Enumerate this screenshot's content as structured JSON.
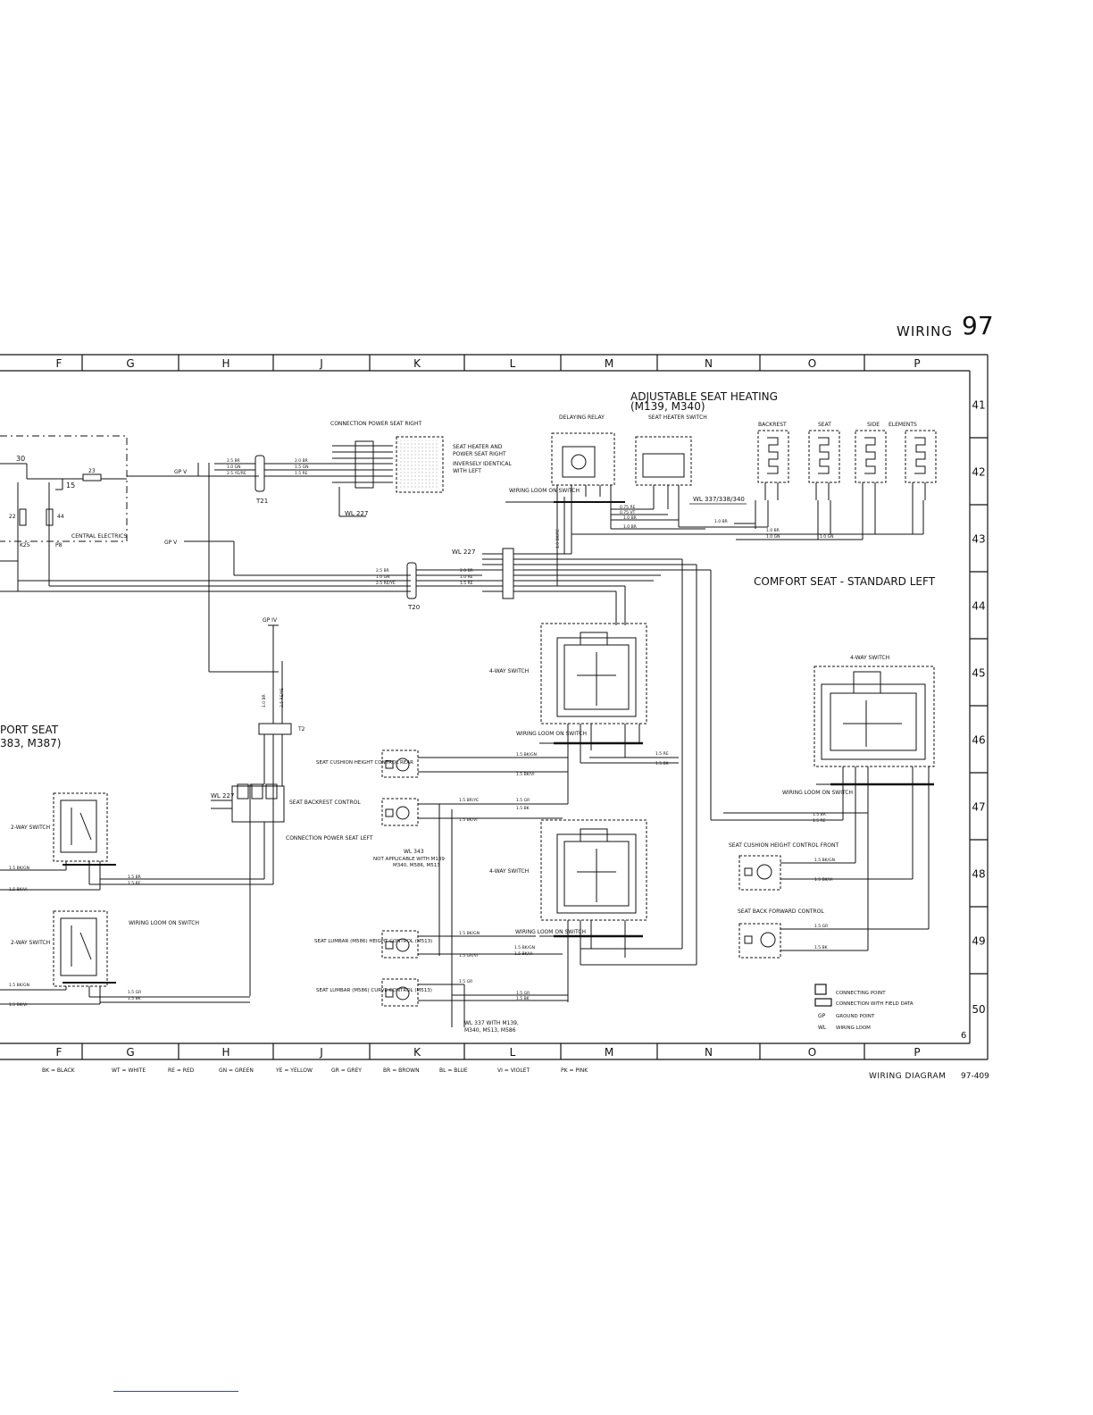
{
  "header": {
    "section_word": "WIRING",
    "section_number": "97"
  },
  "grid": {
    "columns": [
      "F",
      "G",
      "H",
      "J",
      "K",
      "L",
      "M",
      "N",
      "O",
      "P"
    ],
    "rows": [
      "41",
      "42",
      "43",
      "44",
      "45",
      "46",
      "47",
      "48",
      "49",
      "50"
    ]
  },
  "titles": {
    "heating_title_1": "ADJUSTABLE SEAT HEATING",
    "heating_title_2": "(M139, M340)",
    "comfort_title": "COMFORT SEAT - STANDARD LEFT",
    "sport_title_1": "PORT SEAT",
    "sport_title_2": "383, M387)"
  },
  "labels": {
    "connection_power_seat_right": "CONNECTION POWER SEAT RIGHT",
    "heater_note_1": "SEAT HEATER AND",
    "heater_note_2": "POWER SEAT RIGHT",
    "heater_note_3": "INVERSELY IDENTICAL",
    "heater_note_4": "WITH LEFT",
    "wl227_a": "WL 227",
    "wl227_b": "WL 227",
    "wl227_c": "WL 227",
    "t21": "T21",
    "t20": "T20",
    "t2": "T2",
    "gp_v_a": "GP V",
    "gp_v_b": "GP V",
    "gp_iv": "GP IV",
    "central_electrics": "CENTRAL ELECTRICS",
    "ce_30": "30",
    "ce_15": "15",
    "ce_22": "22",
    "ce_44": "44",
    "ce_23": "23",
    "ce_k25": "K25",
    "ce_p8": "P8",
    "delaying_relay": "DELAYING RELAY",
    "seat_heater_switch": "SEAT HEATER SWITCH",
    "backrest": "BACKREST",
    "seat": "SEAT",
    "side": "SIDE",
    "elements": "ELEMENTS",
    "wiring_loom_on_switch_top": "WIRING LOOM ON SWITCH",
    "wl_337_338_340": "WL 337/338/340",
    "four_way_switch_1": "4-WAY SWITCH",
    "four_way_switch_2": "4-WAY SWITCH",
    "four_way_switch_right": "4-WAY SWITCH",
    "wiring_loom_on_switch_mid": "WIRING LOOM ON SWITCH",
    "wiring_loom_on_switch_low": "WIRING LOOM ON SWITCH",
    "wiring_loom_on_switch_right": "WIRING LOOM ON SWITCH",
    "wiring_loom_on_switch_left": "WIRING LOOM ON SWITCH",
    "seat_cushion_rear": "SEAT CUSHION HEIGHT CONTROL REAR",
    "seat_backrest_control": "SEAT BACKREST CONTROL",
    "connection_power_seat_left": "CONNECTION POWER SEAT LEFT",
    "wl343_note_1": "WL 343",
    "wl343_note_2": "NOT APPLICABLE WITH M139",
    "wl343_note_3": "M340, M586, M513",
    "seat_lumbar_height": "SEAT LUMBAR (M586) HEIGHT CONTROL (M513)",
    "seat_lumbar_curve": "SEAT LUMBAR (M586) CURVE CONTROL (M513)",
    "wl337_note_1": "WL 337 WITH M139,",
    "wl337_note_2": "M340, M513, M586",
    "seat_cushion_front": "SEAT CUSHION HEIGHT CONTROL FRONT",
    "seat_back_forward": "SEAT BACK FORWARD CONTROL",
    "two_way_switch_1": "2-WAY SWITCH",
    "two_way_switch_2": "2-WAY SWITCH"
  },
  "legend": [
    {
      "symbol": "□",
      "text": "CONNECTING POINT"
    },
    {
      "symbol": "▭",
      "text": "CONNECTION WITH FIELD DATA"
    },
    {
      "symbol": "GP",
      "text": "GROUND POINT"
    },
    {
      "symbol": "WL",
      "text": "WIRING LOOM"
    }
  ],
  "wires": {
    "t21_1": "2.5 BR",
    "t21_2": "1.0 GN",
    "t21_3": "2.5 YE/RE",
    "right_1": "2.0 BR",
    "right_2": "1.5 GN",
    "right_3": "1.5 RE",
    "t20_1": "2.5 BR",
    "t20_2": "1.0 GN",
    "t20_3": "2.5 RE/YE",
    "mid_1": "2.0 BR",
    "mid_2": "1.0 RE",
    "mid_3": "1.5 RE",
    "heat_1": "0.75 RE",
    "heat_2": "0.75 VT",
    "heat_3": "1.0 BR",
    "heat_4": "1.0 BR",
    "heat_5": "1.0 GN",
    "heat_6": "1.0 GN",
    "heat_7": "1.0 BR",
    "heat_8": "1.0 BR",
    "v1": "1.0 BR",
    "v2": "2.5 RE/YE",
    "v3": "1.0 BK/RE",
    "cushion_1": "1.5 BK/GN",
    "cushion_2": "1.5 BK/VI",
    "cushion_3": "1.5 RE",
    "cushion_4": "1.5 BK",
    "back_1": "1.5 BR/YE",
    "back_2": "1.5 BK/VI",
    "back_3": "1.5 GR",
    "back_4": "1.5 BK",
    "lumbar_1": "1.5 BK/GN",
    "lumbar_2": "1.5 GR/VI",
    "lumbar_3": "1.5 BK/GN",
    "lumbar_4": "1.5 BK/VI",
    "curve_1": "1.5 GR",
    "curve_2": "1.5 GR",
    "curve_3": "1.5 BK",
    "right_c1": "1.5 BR",
    "right_c2": "1.5 RE",
    "front_1": "1.5 BK/GN",
    "front_2": "1.5 BK/VI",
    "fwd_1": "1.5 GR",
    "fwd_2": "1.5 BK",
    "left_1": "1.5 BK/GN",
    "left_2": "1.5 BK/VI",
    "left_3": "1.5 BR",
    "left_4": "1.5 RE",
    "left_5": "1.5 BK/GN",
    "left_6": "1.5 BK/VI",
    "left_7": "1.5 GR",
    "left_8": "1.5 BK"
  },
  "color_key": [
    "BK = BLACK",
    "WT = WHITE",
    "RE = RED",
    "GN = GREEN",
    "YE = YELLOW",
    "GR = GREY",
    "BR = BROWN",
    "BL = BLUE",
    "VI = VIOLET",
    "PK = PINK"
  ],
  "footer": {
    "diagram_word": "WIRING DIAGRAM",
    "diagram_id": "97-409",
    "sheet_number": "6"
  }
}
